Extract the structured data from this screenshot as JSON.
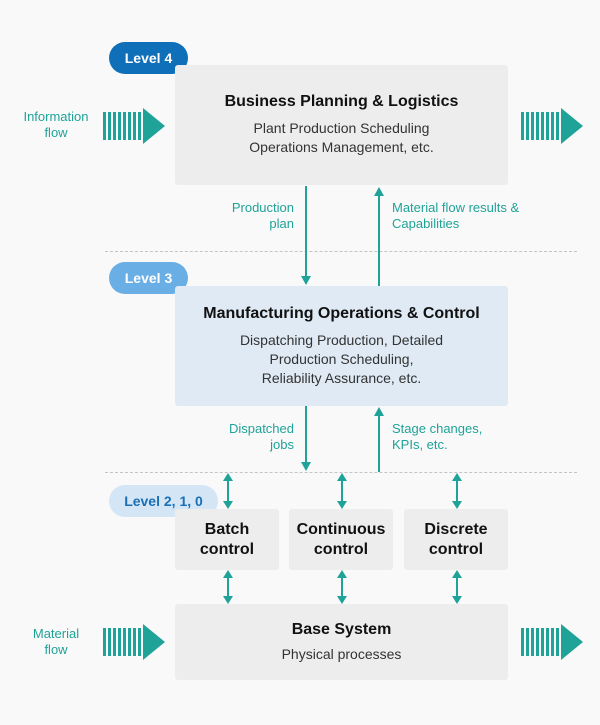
{
  "colors": {
    "teal": "#1fa398",
    "level4_badge": "#0f6fb8",
    "level3_badge": "#6aaee6",
    "level210_badge": "#d4e6f6",
    "gray_box": "#ededed",
    "blue_box": "#dfeaf5"
  },
  "badges": {
    "level4": "Level 4",
    "level3": "Level 3",
    "level210": "Level 2, 1, 0"
  },
  "labels": {
    "information_flow": "Information\nflow",
    "material_flow": "Material\nflow",
    "production_plan": "Production\nplan",
    "material_flow_results": "Material flow results &\nCapabilities",
    "dispatched_jobs": "Dispatched\njobs",
    "stage_changes": "Stage changes,\nKPIs, etc."
  },
  "boxes": {
    "business": {
      "title": "Business Planning & Logistics",
      "subtitle": "Plant Production Scheduling\nOperations Management, etc."
    },
    "manufacturing": {
      "title": "Manufacturing Operations & Control",
      "subtitle": "Dispatching Production, Detailed\nProduction Scheduling,\nReliability Assurance, etc."
    },
    "batch": {
      "title": "Batch\ncontrol"
    },
    "continuous": {
      "title": "Continuous\ncontrol"
    },
    "discrete": {
      "title": "Discrete\ncontrol"
    },
    "base": {
      "title": "Base System",
      "subtitle": "Physical processes"
    }
  }
}
